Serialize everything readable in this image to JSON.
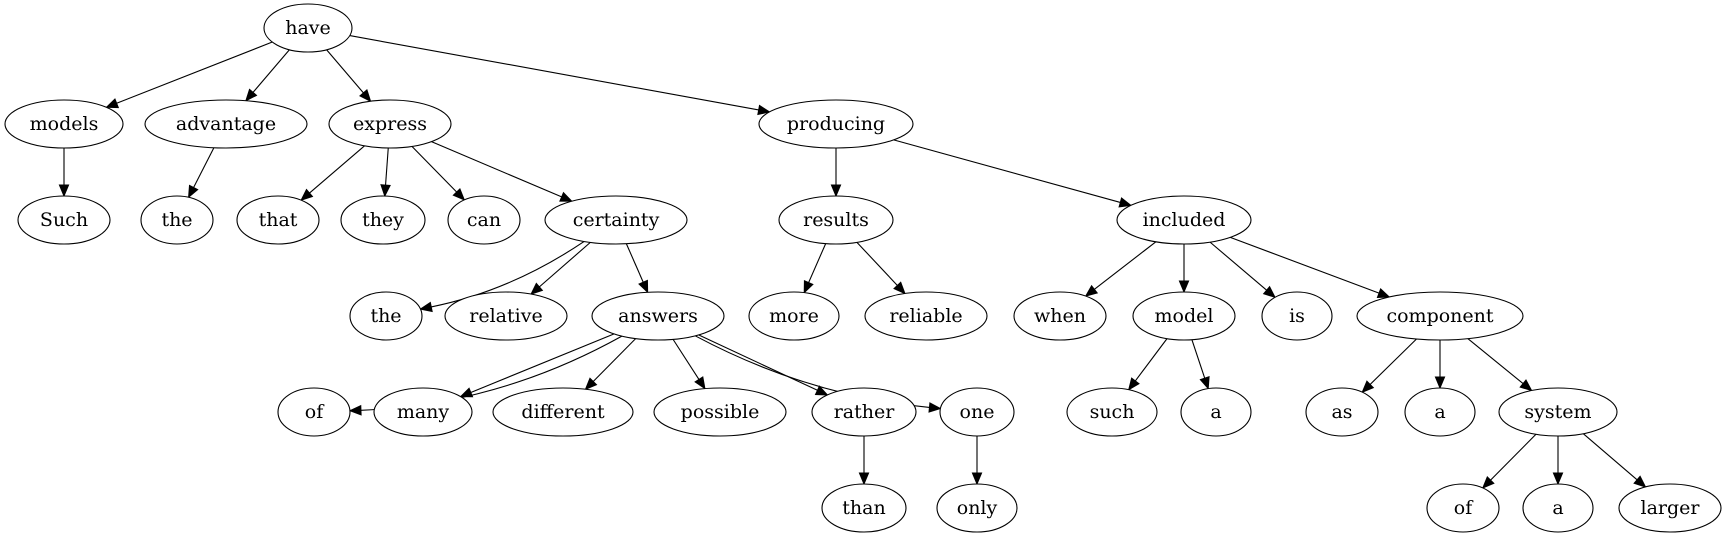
{
  "diagram": {
    "type": "dependency-tree",
    "nodes": [
      {
        "id": "have",
        "label": "have"
      },
      {
        "id": "models",
        "label": "models"
      },
      {
        "id": "advantage",
        "label": "advantage"
      },
      {
        "id": "express",
        "label": "express"
      },
      {
        "id": "producing",
        "label": "producing"
      },
      {
        "id": "such1",
        "label": "Such"
      },
      {
        "id": "the1",
        "label": "the"
      },
      {
        "id": "that",
        "label": "that"
      },
      {
        "id": "they",
        "label": "they"
      },
      {
        "id": "can",
        "label": "can"
      },
      {
        "id": "certainty",
        "label": "certainty"
      },
      {
        "id": "results",
        "label": "results"
      },
      {
        "id": "included",
        "label": "included"
      },
      {
        "id": "the2",
        "label": "the"
      },
      {
        "id": "relative",
        "label": "relative"
      },
      {
        "id": "answers",
        "label": "answers"
      },
      {
        "id": "more",
        "label": "more"
      },
      {
        "id": "reliable",
        "label": "reliable"
      },
      {
        "id": "when",
        "label": "when"
      },
      {
        "id": "model",
        "label": "model"
      },
      {
        "id": "is",
        "label": "is"
      },
      {
        "id": "component",
        "label": "component"
      },
      {
        "id": "of1",
        "label": "of"
      },
      {
        "id": "many",
        "label": "many"
      },
      {
        "id": "different",
        "label": "different"
      },
      {
        "id": "possible",
        "label": "possible"
      },
      {
        "id": "rather",
        "label": "rather"
      },
      {
        "id": "one",
        "label": "one"
      },
      {
        "id": "such2",
        "label": "such"
      },
      {
        "id": "a1",
        "label": "a"
      },
      {
        "id": "as",
        "label": "as"
      },
      {
        "id": "a2",
        "label": "a"
      },
      {
        "id": "system",
        "label": "system"
      },
      {
        "id": "than",
        "label": "than"
      },
      {
        "id": "only",
        "label": "only"
      },
      {
        "id": "of2",
        "label": "of"
      },
      {
        "id": "a3",
        "label": "a"
      },
      {
        "id": "larger",
        "label": "larger"
      }
    ],
    "edges": [
      {
        "from": "have",
        "to": "models"
      },
      {
        "from": "have",
        "to": "advantage"
      },
      {
        "from": "have",
        "to": "express"
      },
      {
        "from": "have",
        "to": "producing"
      },
      {
        "from": "models",
        "to": "such1"
      },
      {
        "from": "advantage",
        "to": "the1"
      },
      {
        "from": "express",
        "to": "that"
      },
      {
        "from": "express",
        "to": "they"
      },
      {
        "from": "express",
        "to": "can"
      },
      {
        "from": "express",
        "to": "certainty"
      },
      {
        "from": "producing",
        "to": "results"
      },
      {
        "from": "producing",
        "to": "included"
      },
      {
        "from": "certainty",
        "to": "the2"
      },
      {
        "from": "certainty",
        "to": "relative"
      },
      {
        "from": "certainty",
        "to": "answers"
      },
      {
        "from": "results",
        "to": "more"
      },
      {
        "from": "results",
        "to": "reliable"
      },
      {
        "from": "included",
        "to": "when"
      },
      {
        "from": "included",
        "to": "model"
      },
      {
        "from": "included",
        "to": "is"
      },
      {
        "from": "included",
        "to": "component"
      },
      {
        "from": "answers",
        "to": "of1"
      },
      {
        "from": "answers",
        "to": "many"
      },
      {
        "from": "answers",
        "to": "different"
      },
      {
        "from": "answers",
        "to": "possible"
      },
      {
        "from": "answers",
        "to": "rather"
      },
      {
        "from": "answers",
        "to": "one"
      },
      {
        "from": "model",
        "to": "such2"
      },
      {
        "from": "model",
        "to": "a1"
      },
      {
        "from": "component",
        "to": "as"
      },
      {
        "from": "component",
        "to": "a2"
      },
      {
        "from": "component",
        "to": "system"
      },
      {
        "from": "rather",
        "to": "than"
      },
      {
        "from": "one",
        "to": "only"
      },
      {
        "from": "system",
        "to": "of2"
      },
      {
        "from": "system",
        "to": "a3"
      },
      {
        "from": "system",
        "to": "larger"
      }
    ]
  }
}
